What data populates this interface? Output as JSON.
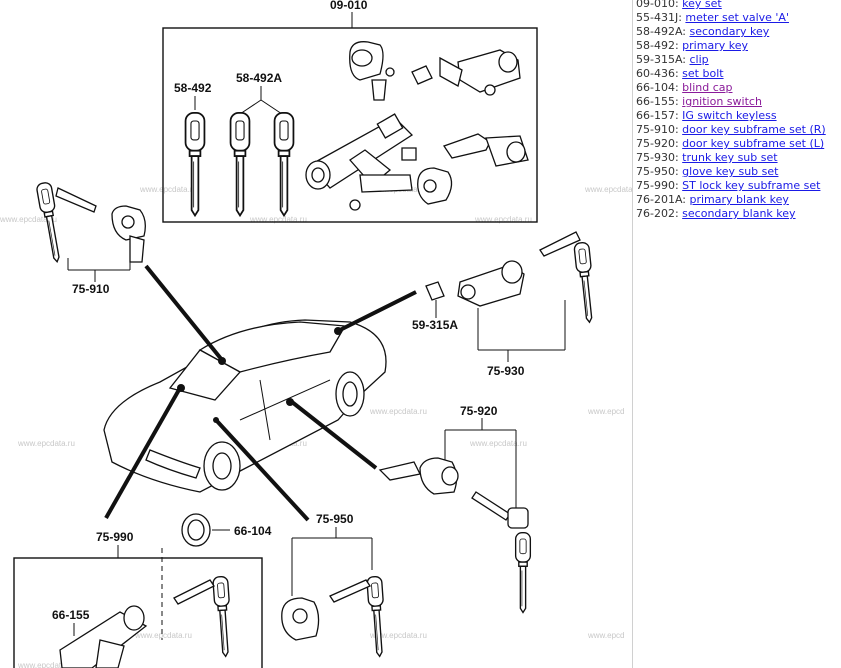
{
  "diagram": {
    "callouts": {
      "c_09_010": "09-010",
      "c_58_492": "58-492",
      "c_58_492a": "58-492A",
      "c_75_910": "75-910",
      "c_59_315a": "59-315A",
      "c_75_930": "75-930",
      "c_75_920": "75-920",
      "c_75_990": "75-990",
      "c_66_104": "66-104",
      "c_75_950": "75-950",
      "c_66_155": "66-155"
    },
    "watermark": "www.epcdata.ru",
    "watermark_partial": "www.epcd"
  },
  "legend": [
    {
      "code": "09-010:",
      "name": "key set",
      "visited": false
    },
    {
      "code": "55-431J:",
      "name": "meter set valve 'A'",
      "visited": false
    },
    {
      "code": "58-492A:",
      "name": "secondary key",
      "visited": false
    },
    {
      "code": "58-492:",
      "name": "primary key",
      "visited": false
    },
    {
      "code": "59-315A:",
      "name": "clip",
      "visited": false
    },
    {
      "code": "60-436:",
      "name": "set bolt",
      "visited": false
    },
    {
      "code": "66-104:",
      "name": "blind cap",
      "visited": true
    },
    {
      "code": "66-155:",
      "name": "ignition switch",
      "visited": true
    },
    {
      "code": "66-157:",
      "name": "IG switch keyless",
      "visited": false
    },
    {
      "code": "75-910:",
      "name": "door key subframe set (R)",
      "visited": false
    },
    {
      "code": "75-920:",
      "name": "door key subframe set (L)",
      "visited": false
    },
    {
      "code": "75-930:",
      "name": "trunk key sub set",
      "visited": false
    },
    {
      "code": "75-950:",
      "name": "glove key sub set",
      "visited": false
    },
    {
      "code": "75-990:",
      "name": "ST lock key subframe set",
      "visited": false
    },
    {
      "code": "76-201A:",
      "name": "primary blank key",
      "visited": false
    },
    {
      "code": "76-202:",
      "name": "secondary blank key",
      "visited": false
    }
  ]
}
